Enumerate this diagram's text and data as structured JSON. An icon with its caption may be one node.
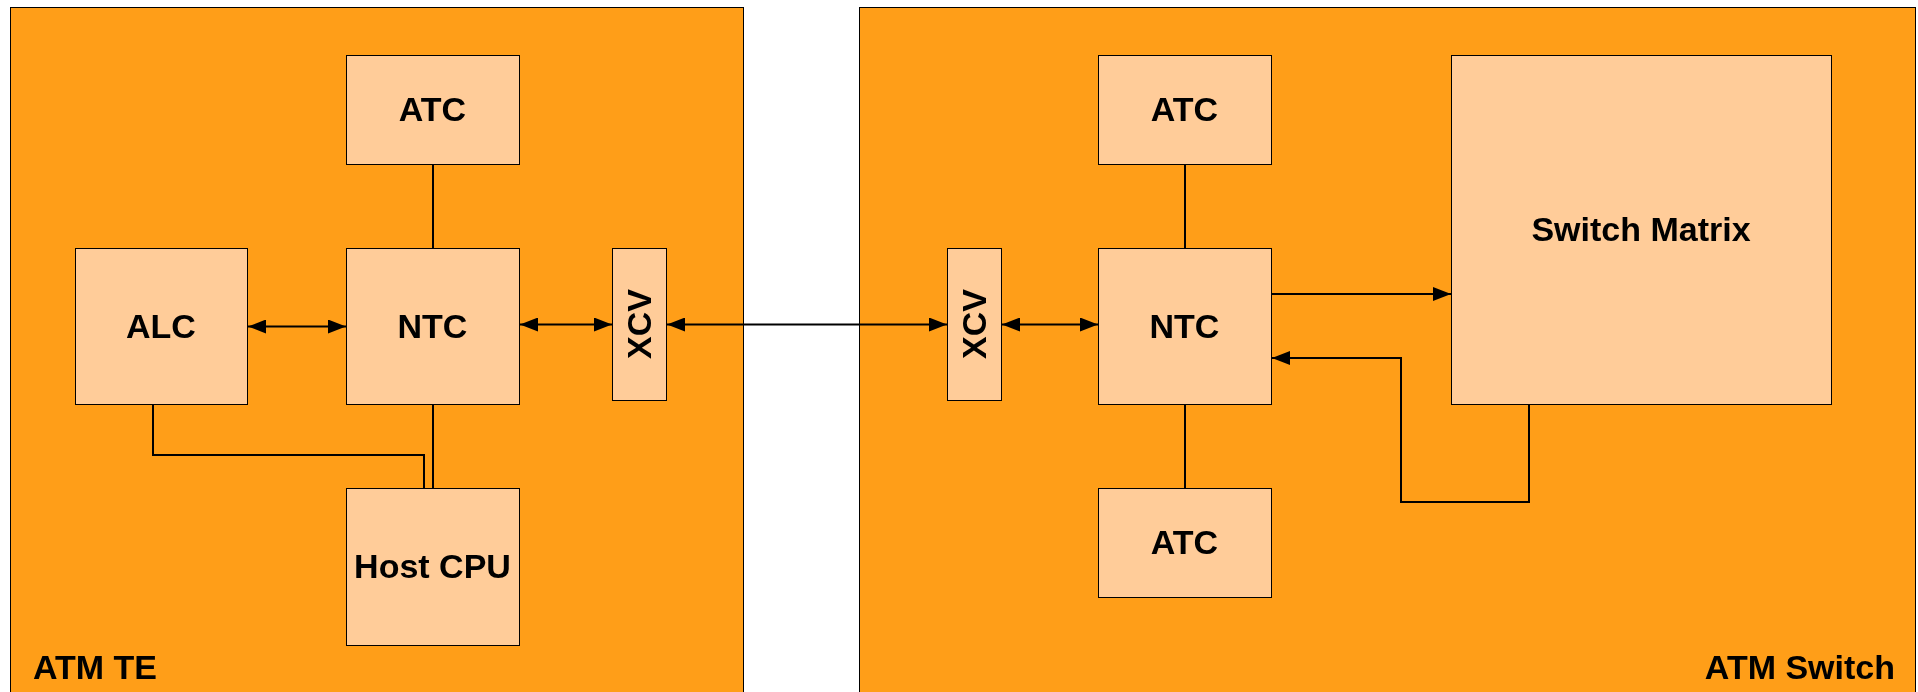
{
  "diagram": {
    "nodes": [
      {
        "text": [
          "ATM TE"
        ]
      },
      {
        "text": [
          "ATC"
        ],
        "in": 0
      },
      {
        "text": [
          "ALC"
        ],
        "in": 0
      },
      {
        "text": [
          "NTC"
        ],
        "in": 0
      },
      {
        "text": [
          "XCV"
        ],
        "in": 0
      },
      {
        "text": [
          "Host CPU"
        ],
        "in": 0
      },
      {
        "text": [
          "ATM Switch"
        ]
      },
      {
        "text": [
          "ATC"
        ],
        "in": 6
      },
      {
        "text": [
          "XCV"
        ],
        "in": 6
      },
      {
        "text": [
          "NTC"
        ],
        "in": 6
      },
      {
        "text": [
          "Switch Matrix"
        ],
        "in": 6
      },
      {
        "text": [
          "ATC"
        ],
        "in": 6
      }
    ],
    "edges": [
      {
        "from": 1,
        "to": 3,
        "arrow": "none"
      },
      {
        "from": 2,
        "to": 3,
        "arrow": "both"
      },
      {
        "from": 3,
        "to": 4,
        "arrow": "both"
      },
      {
        "from": 3,
        "to": 5,
        "arrow": "none"
      },
      {
        "from": 2,
        "to": 5,
        "arrow": "none"
      },
      {
        "from": 4,
        "to": 8,
        "arrow": "both"
      },
      {
        "from": 8,
        "to": 9,
        "arrow": "both"
      },
      {
        "from": 7,
        "to": 9,
        "arrow": "none"
      },
      {
        "from": 9,
        "to": 11,
        "arrow": "none"
      },
      {
        "from": 9,
        "to": 10,
        "arrow": "to"
      },
      {
        "from": 10,
        "to": 9,
        "arrow": "to"
      }
    ]
  }
}
